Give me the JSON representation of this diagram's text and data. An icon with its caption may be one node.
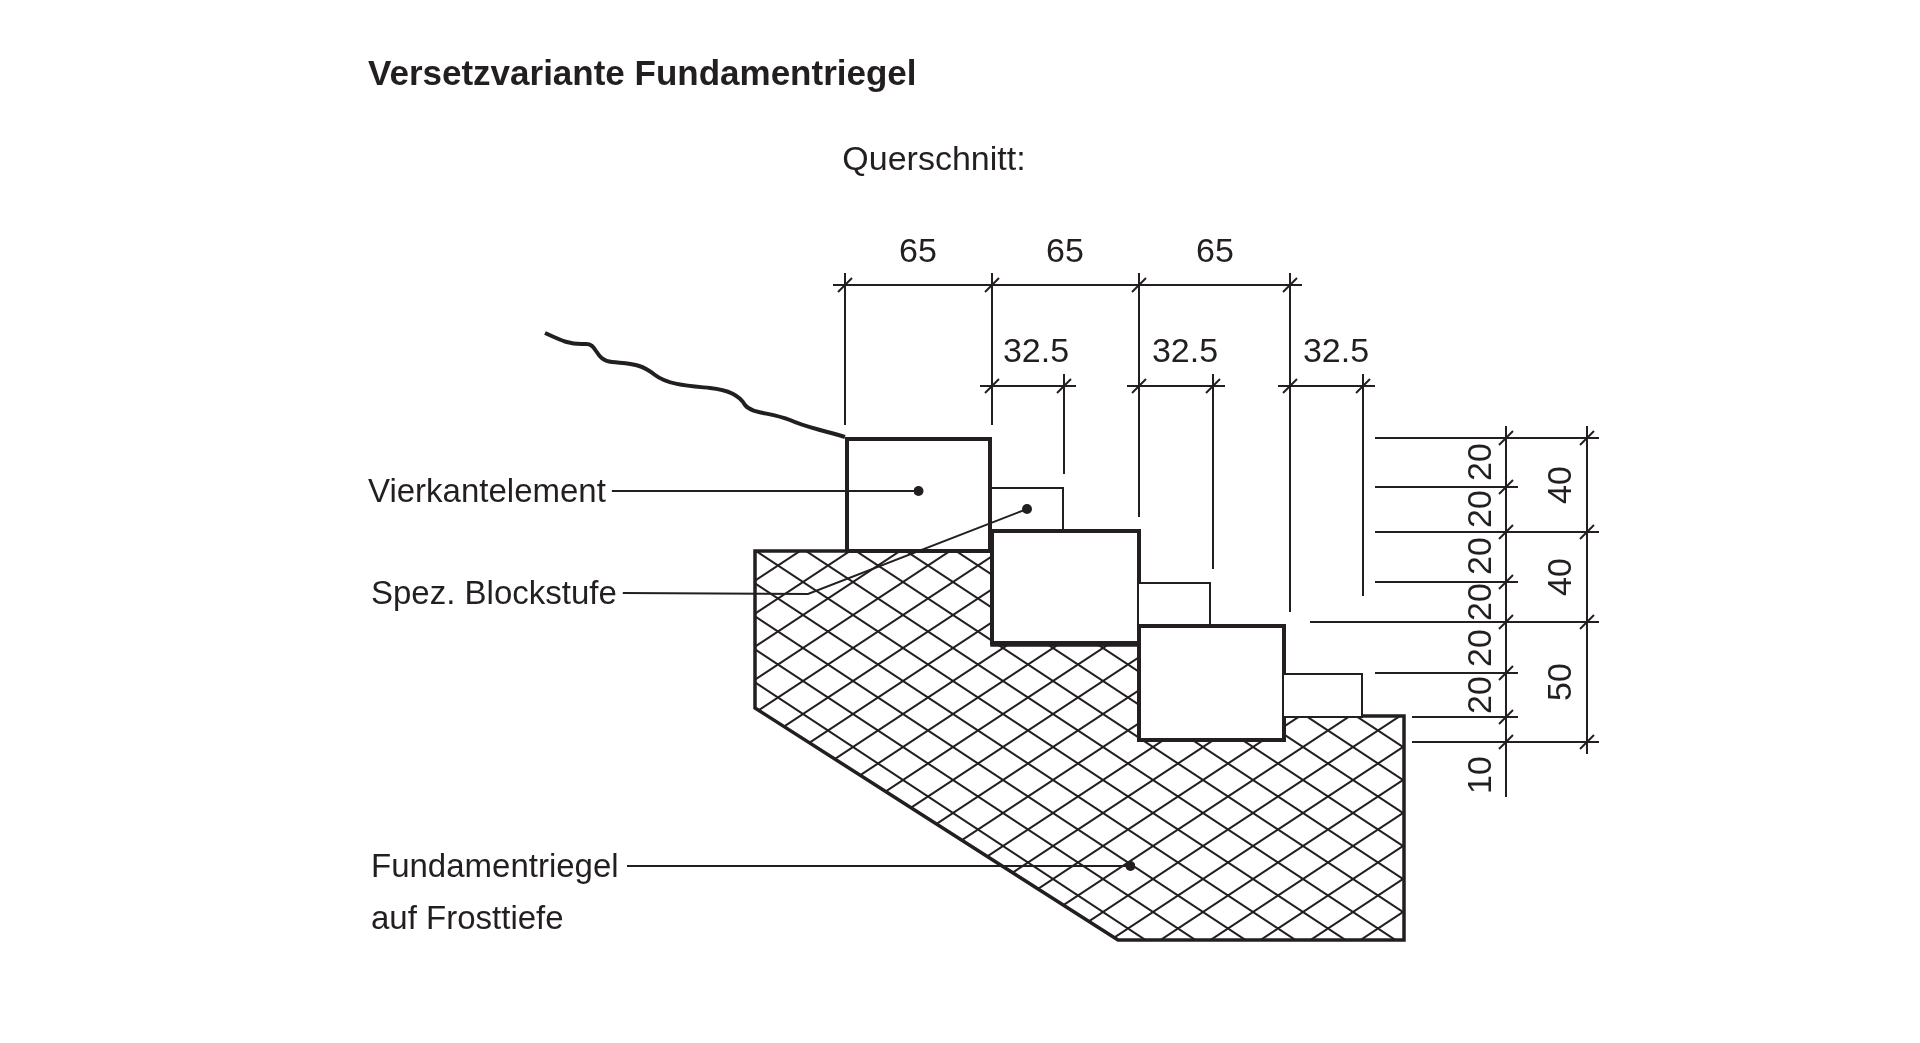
{
  "diagram": {
    "title": "Versetzvariante Fundamentriegel",
    "nodes": [
      {
        "text": [
          "Vierkantelement"
        ]
      },
      {
        "text": [],
        "shape": "box"
      },
      {
        "text": [
          "Spez. Blockstufe"
        ]
      },
      {
        "text": [],
        "shape": "box"
      },
      {
        "text": [],
        "shape": "box"
      },
      {
        "text": [],
        "shape": "box"
      },
      {
        "text": [],
        "shape": "box"
      },
      {
        "text": [],
        "shape": "box"
      },
      {
        "text": [
          "Fundamentriegel auf Frosttiefe"
        ]
      },
      {
        "text": [],
        "shape": "polygon"
      }
    ],
    "edges": [
      {
        "from": 0,
        "to": 1,
        "arrow": "other"
      },
      {
        "from": 2,
        "to": 3,
        "arrow": "other"
      },
      {
        "from": 8,
        "to": 9,
        "arrow": "other"
      }
    ],
    "labels": [
      "Querschnitt:",
      "65",
      "65",
      "65",
      "32.5",
      "32.5",
      "32.5",
      "20",
      "20",
      "20",
      "20",
      "20",
      "20",
      "10",
      "40",
      "40",
      "50"
    ]
  }
}
